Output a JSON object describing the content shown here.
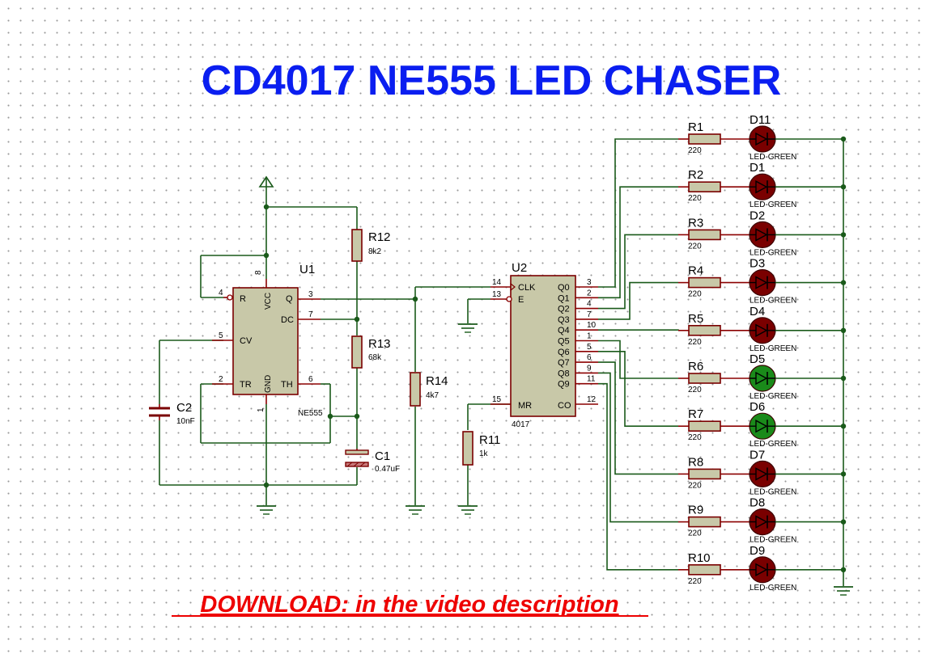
{
  "title": "CD4017 NE555 LED CHASER",
  "footer": "DOWNLOAD: in the video description",
  "u1": {
    "ref": "U1",
    "part": "NE555",
    "pins": {
      "r": "R",
      "vcc": "VCC",
      "q": "Q",
      "dc": "DC",
      "cv": "CV",
      "tr": "TR",
      "gnd": "GND",
      "th": "TH"
    },
    "pinnums": {
      "p8": "8",
      "p4": "4",
      "p3": "3",
      "p7": "7",
      "p5": "5",
      "p2": "2",
      "p6": "6",
      "p1": "1"
    }
  },
  "u2": {
    "ref": "U2",
    "part": "4017",
    "pins": {
      "clk": "CLK",
      "e": "E",
      "mr": "MR",
      "co": "CO"
    },
    "pinnums": {
      "p14": "14",
      "p13": "13",
      "p15": "15",
      "p12": "12"
    },
    "outputs": [
      {
        "name": "Q0",
        "pin": "3"
      },
      {
        "name": "Q1",
        "pin": "2"
      },
      {
        "name": "Q2",
        "pin": "4"
      },
      {
        "name": "Q3",
        "pin": "7"
      },
      {
        "name": "Q4",
        "pin": "10"
      },
      {
        "name": "Q5",
        "pin": "1"
      },
      {
        "name": "Q6",
        "pin": "5"
      },
      {
        "name": "Q7",
        "pin": "6"
      },
      {
        "name": "Q8",
        "pin": "9"
      },
      {
        "name": "Q9",
        "pin": "11"
      }
    ]
  },
  "r12": {
    "ref": "R12",
    "value": "8k2"
  },
  "r13": {
    "ref": "R13",
    "value": "68k"
  },
  "r14": {
    "ref": "R14",
    "value": "4k7"
  },
  "r11": {
    "ref": "R11",
    "value": "1k"
  },
  "c1": {
    "ref": "C1",
    "value": "0.47uF"
  },
  "c2": {
    "ref": "C2",
    "value": "10nF"
  },
  "colors": {
    "led_off": "#7a0000",
    "led_on": "#1a8a1a",
    "wire": "#1a5a1a",
    "title": "#0a1ef0",
    "footer": "#ee0000"
  },
  "leds": [
    {
      "res": "R1",
      "rval": "220",
      "led": "D11",
      "type": "LED-GREEN",
      "on": false
    },
    {
      "res": "R2",
      "rval": "220",
      "led": "D1",
      "type": "LED-GREEN",
      "on": false
    },
    {
      "res": "R3",
      "rval": "220",
      "led": "D2",
      "type": "LED-GREEN",
      "on": false
    },
    {
      "res": "R4",
      "rval": "220",
      "led": "D3",
      "type": "LED-GREEN",
      "on": false
    },
    {
      "res": "R5",
      "rval": "220",
      "led": "D4",
      "type": "LED-GREEN",
      "on": false
    },
    {
      "res": "R6",
      "rval": "220",
      "led": "D5",
      "type": "LED-GREEN",
      "on": true
    },
    {
      "res": "R7",
      "rval": "220",
      "led": "D6",
      "type": "LED-GREEN",
      "on": true
    },
    {
      "res": "R8",
      "rval": "220",
      "led": "D7",
      "type": "LED-GREEN",
      "on": false
    },
    {
      "res": "R9",
      "rval": "220",
      "led": "D8",
      "type": "LED-GREEN",
      "on": false
    },
    {
      "res": "R10",
      "rval": "220",
      "led": "D9",
      "type": "LED-GREEN",
      "on": false
    }
  ]
}
